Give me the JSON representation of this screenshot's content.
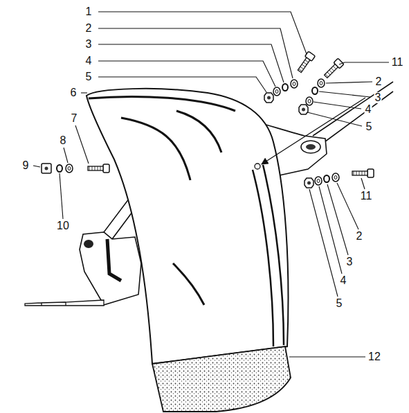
{
  "diagram": {
    "labels": [
      "1",
      "2",
      "3",
      "4",
      "5",
      "6",
      "7",
      "8",
      "9",
      "10",
      "11",
      "2",
      "3",
      "4",
      "5",
      "11",
      "2",
      "3",
      "4",
      "5",
      "12"
    ]
  }
}
